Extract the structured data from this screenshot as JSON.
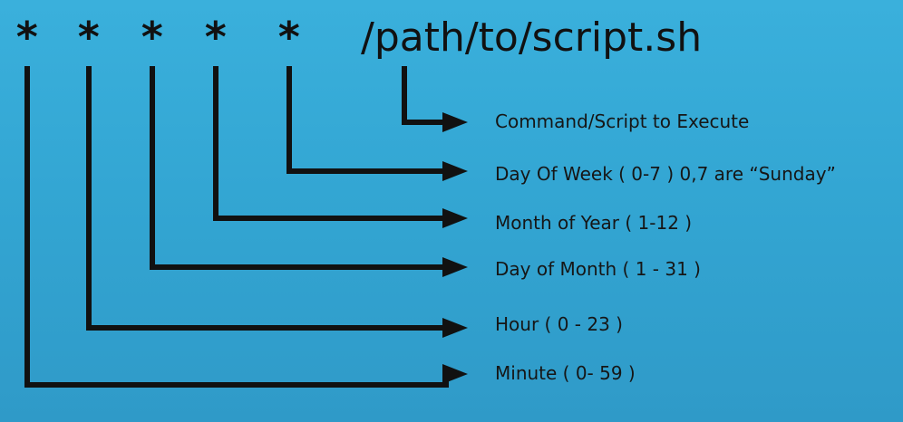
{
  "cron_expression": {
    "fields": [
      "*",
      "*",
      "*",
      "*",
      "*"
    ],
    "command": "/path/to/script.sh"
  },
  "annotations": [
    {
      "field": "command",
      "text": "Command/Script to Execute"
    },
    {
      "field": "day_of_week",
      "text": "Day Of Week ( 0-7 )  0,7 are “Sunday”"
    },
    {
      "field": "month_of_year",
      "text": "Month of Year ( 1-12 )"
    },
    {
      "field": "day_of_month",
      "text": "Day of Month ( 1 - 31 )"
    },
    {
      "field": "hour",
      "text": "Hour ( 0 - 23 )"
    },
    {
      "field": "minute",
      "text": "Minute ( 0-  59 )"
    }
  ],
  "colors": {
    "background": "#35a9d6",
    "ink": "#111111"
  }
}
